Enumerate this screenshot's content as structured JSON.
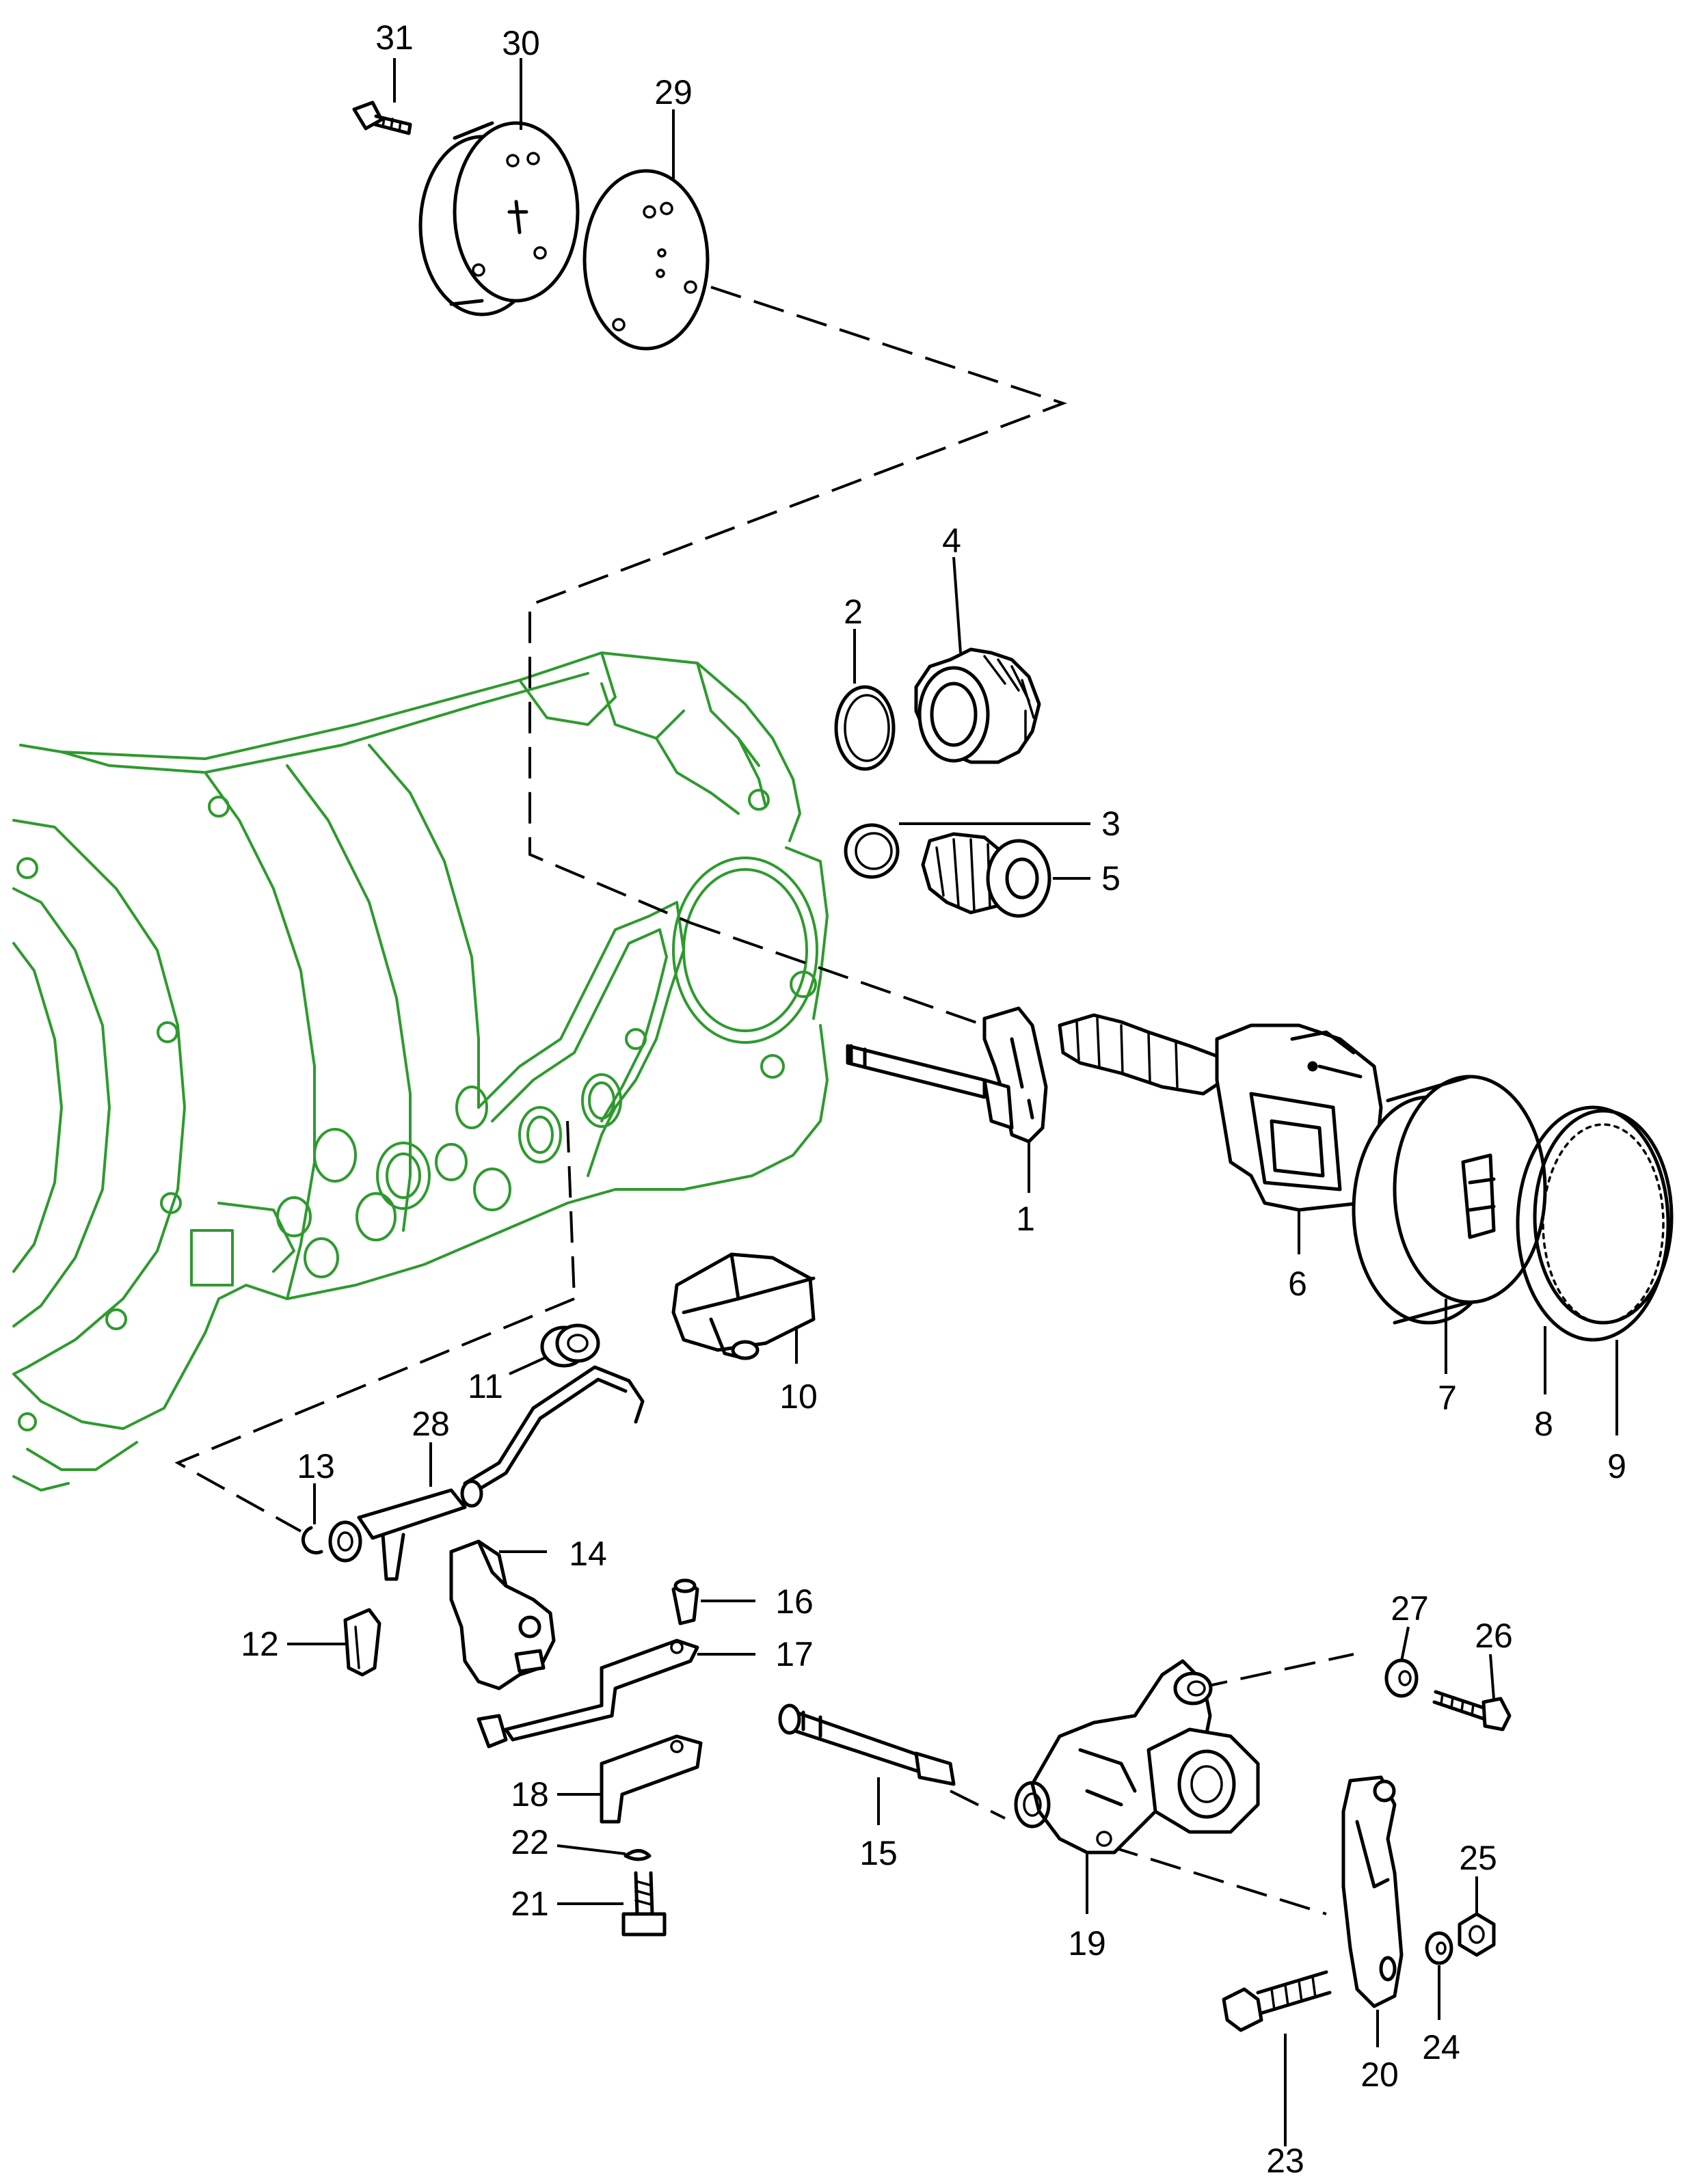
{
  "diagram": {
    "housing_color": "#2e9a2e",
    "ink_color": "#000000",
    "callouts": [
      {
        "id": "c1",
        "label": "1"
      },
      {
        "id": "c2",
        "label": "2"
      },
      {
        "id": "c3",
        "label": "3"
      },
      {
        "id": "c4",
        "label": "4"
      },
      {
        "id": "c5",
        "label": "5"
      },
      {
        "id": "c6",
        "label": "6"
      },
      {
        "id": "c7",
        "label": "7"
      },
      {
        "id": "c8",
        "label": "8"
      },
      {
        "id": "c9",
        "label": "9"
      },
      {
        "id": "c10",
        "label": "10"
      },
      {
        "id": "c11",
        "label": "11"
      },
      {
        "id": "c12",
        "label": "12"
      },
      {
        "id": "c13",
        "label": "13"
      },
      {
        "id": "c14",
        "label": "14"
      },
      {
        "id": "c15",
        "label": "15"
      },
      {
        "id": "c16",
        "label": "16"
      },
      {
        "id": "c17",
        "label": "17"
      },
      {
        "id": "c18",
        "label": "18"
      },
      {
        "id": "c19",
        "label": "19"
      },
      {
        "id": "c20",
        "label": "20"
      },
      {
        "id": "c21",
        "label": "21"
      },
      {
        "id": "c22",
        "label": "22"
      },
      {
        "id": "c23",
        "label": "23"
      },
      {
        "id": "c24",
        "label": "24"
      },
      {
        "id": "c25",
        "label": "25"
      },
      {
        "id": "c26",
        "label": "26"
      },
      {
        "id": "c27",
        "label": "27"
      },
      {
        "id": "c28",
        "label": "28"
      },
      {
        "id": "c29",
        "label": "29"
      },
      {
        "id": "c30",
        "label": "30"
      },
      {
        "id": "c31",
        "label": "31"
      }
    ]
  }
}
